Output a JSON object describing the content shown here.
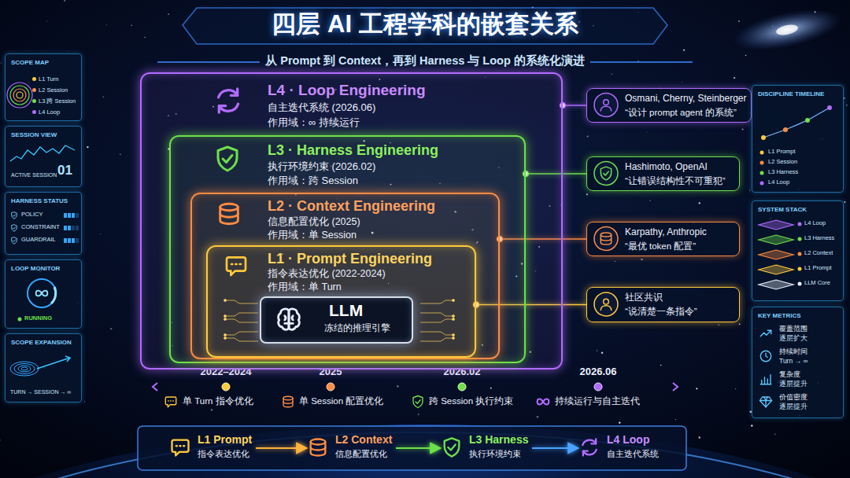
{
  "diagram": {
    "title": "四层 AI 工程学科的嵌套关系",
    "caption": "从 Prompt 到 Context，再到 Harness 与 Loop 的系统化演进",
    "nodes": [
      {
        "text": [
          "L4 · Loop Engineering",
          "自主迭代系统 (2026.06)",
          "作用域：∞ 持续运行"
        ]
      },
      {
        "text": [
          "L3 · Harness Engineering",
          "执行环境约束 (2026.02)",
          "作用域：跨 Session"
        ],
        "in": 0
      },
      {
        "text": [
          "L2 · Context Engineering",
          "信息配置优化 (2025)",
          "作用域：单 Session"
        ],
        "in": 1
      },
      {
        "text": [
          "L1 · Prompt Engineering",
          "指令表达优化 (2022-2024)",
          "作用域：单 Turn"
        ],
        "in": 2
      },
      {
        "text": [
          "LLM",
          "冻结的推理引擎"
        ],
        "in": 3
      },
      {
        "text": [
          "Osmani, Cherny, Steinberger",
          "“设计 prompt agent 的系统”"
        ]
      },
      {
        "text": [
          "Hashimoto, OpenAI",
          "“让错误结构性不可重犯”"
        ]
      },
      {
        "text": [
          "Karpathy, Anthropic",
          "“最优 token 配置”"
        ]
      },
      {
        "text": [
          "社区共识",
          "“说清楚一条指令”"
        ]
      },
      {
        "text": [
          "SCOPE MAP"
        ]
      },
      {
        "text": [
          "SESSION VIEW",
          "ACTIVE SESSION",
          "01"
        ]
      },
      {
        "text": [
          "HARNESS STATUS",
          "POLICY",
          "CONSTRAINT",
          "GUARDRAIL"
        ]
      },
      {
        "text": [
          "LOOP MONITOR",
          "RUNNING"
        ]
      },
      {
        "text": [
          "SCOPE EXPANSION",
          "TURN → SESSION → ∞"
        ]
      },
      {
        "text": [
          "DISCIPLINE TIMELINE",
          "L1 Prompt",
          "L2 Session",
          "L3 Harness",
          "L4 Loop"
        ]
      },
      {
        "text": [
          "SYSTEM STACK",
          "L4 Loop",
          "L3 Harness",
          "L2 Context",
          "L1 Prompt",
          "LLM Core"
        ]
      },
      {
        "text": [
          "KEY METRICS",
          "覆盖范围",
          "逐层扩大",
          "持续时间",
          "Turn → ∞",
          "复杂度",
          "逐层提升",
          "价值密度",
          "逐层提升"
        ]
      },
      {
        "text": [
          "L1 Prompt",
          "指令表达优化"
        ]
      },
      {
        "text": [
          "L2 Context",
          "信息配置优化"
        ]
      },
      {
        "text": [
          "L3 Harness",
          "执行环境约束"
        ]
      },
      {
        "text": [
          "L4 Loop",
          "自主迭代系统"
        ]
      }
    ],
    "edges": [
      {
        "from": 0,
        "to": 5,
        "arrow": "none"
      },
      {
        "from": 1,
        "to": 6,
        "arrow": "none"
      },
      {
        "from": 2,
        "to": 7,
        "arrow": "none"
      },
      {
        "from": 3,
        "to": 8,
        "arrow": "none"
      },
      {
        "from": 17,
        "to": 18,
        "arrow": "to"
      },
      {
        "from": 18,
        "to": 19,
        "arrow": "to"
      },
      {
        "from": 19,
        "to": 20,
        "arrow": "to"
      }
    ],
    "labels": [
      "2022–2024",
      "2025",
      "2026.02",
      "2026.06",
      "单 Turn 指令优化",
      "单 Session 配置优化",
      "跨 Session 执行约束",
      "持续运行与自主迭代"
    ],
    "legend": [
      {
        "text": "L1 Turn",
        "color": "#ffc93c"
      },
      {
        "text": "L2 Session",
        "color": "#ff8c42"
      },
      {
        "text": "L3 跨 Session",
        "color": "#6ee04a"
      },
      {
        "text": "L4 Loop",
        "color": "#b26bff"
      }
    ]
  }
}
